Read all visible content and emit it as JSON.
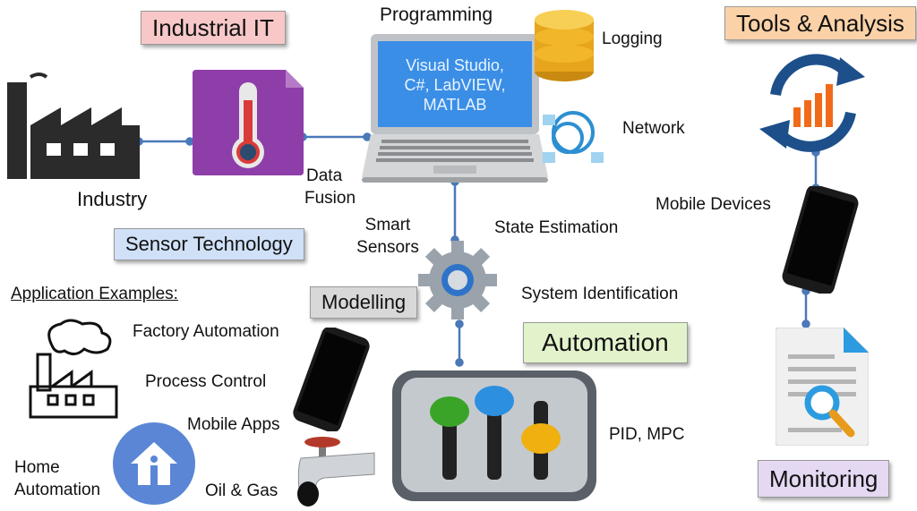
{
  "titles": {
    "industrial_it": "Industrial IT",
    "tools_analysis": "Tools & Analysis",
    "sensor_technology": "Sensor Technology",
    "modelling": "Modelling",
    "automation": "Automation",
    "monitoring": "Monitoring"
  },
  "labels": {
    "programming": "Programming",
    "logging": "Logging",
    "network": "Network",
    "industry": "Industry",
    "data_fusion_1": "Data",
    "data_fusion_2": "Fusion",
    "smart_sensors_1": "Smart",
    "smart_sensors_2": "Sensors",
    "state_estimation": "State Estimation",
    "system_identification": "System Identification",
    "mobile_devices": "Mobile Devices",
    "pid_mpc": "PID, MPC"
  },
  "laptop_screen": {
    "line1": "Visual Studio,",
    "line2": "C#, LabVIEW,",
    "line3": "MATLAB"
  },
  "applications": {
    "heading": "Application Examples:",
    "factory_automation": "Factory Automation",
    "process_control": "Process Control",
    "mobile_apps": "Mobile Apps",
    "home_automation_1": "Home",
    "home_automation_2": "Automation",
    "oil_gas": "Oil & Gas"
  },
  "colors": {
    "connector": "#4a78b8",
    "thermometer_bg": "#8e3ea8",
    "laptop_screen": "#3b8ee6",
    "gear": "#9aa3ab",
    "orange_bars": "#f06a1a",
    "arrows": "#1d4f8a",
    "home_circle": "#5b86d6"
  }
}
